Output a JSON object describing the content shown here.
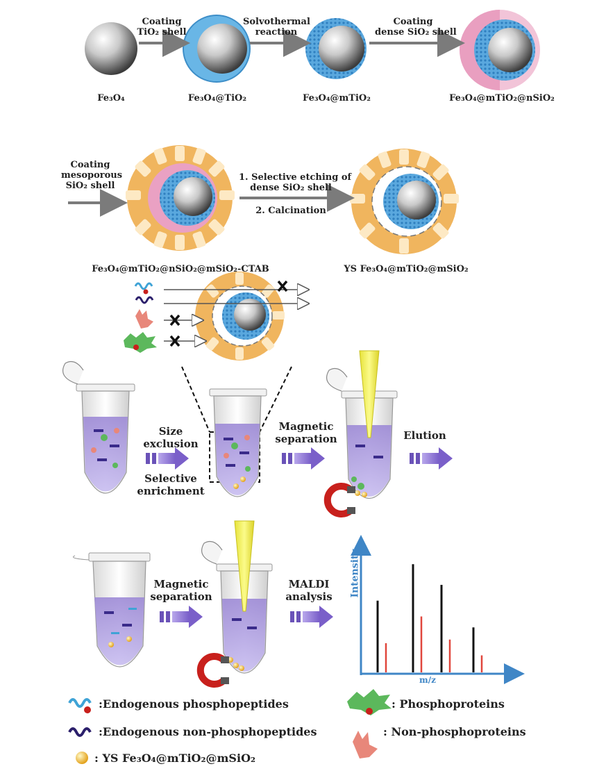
{
  "row1": {
    "arrows": [
      {
        "line1": "Coating",
        "line2": "TiO₂ shell"
      },
      {
        "line1": "Solvothermal",
        "line2": "reaction"
      },
      {
        "line1": "Coating",
        "line2": "dense SiO₂ shell"
      }
    ],
    "particles": [
      "Fe₃O₄",
      "Fe₃O₄@TiO₂",
      "Fe₃O₄@mTiO₂",
      "Fe₃O₄@mTiO₂@nSiO₂"
    ]
  },
  "row2": {
    "left_arrow": {
      "line1": "Coating",
      "line2": "mesoporous",
      "line3": "SiO₂ shell"
    },
    "mid_arrow": {
      "line1": "1. Selective etching of",
      "line2": "dense SiO₂ shell",
      "line3": "2. Calcination"
    },
    "particles": [
      "Fe₃O₄@mTiO₂@nSiO₂@mSiO₂-CTAB",
      "YS Fe₃O₄@mTiO₂@mSiO₂"
    ]
  },
  "row3": {
    "step1": {
      "line1": "Size",
      "line2": "exclusion",
      "line3": "Selective",
      "line4": "enrichment"
    },
    "step2": {
      "line1": "Magnetic",
      "line2": "separation"
    },
    "step3": {
      "line1": "Elution"
    }
  },
  "row4": {
    "step1": {
      "line1": "Magnetic",
      "line2": "separation"
    },
    "step2": {
      "line1": "MALDI",
      "line2": "analysis"
    },
    "chart_ylabel": "Intensity",
    "chart_xlabel": "m/z"
  },
  "chart_data": {
    "type": "bar",
    "xlabel": "m/z",
    "ylabel": "Intensity",
    "series": [
      {
        "values": [
          0.59,
          0.89,
          0.72,
          0.37
        ]
      },
      {
        "values": [
          0.24,
          0.46,
          0.27,
          0.14
        ]
      }
    ],
    "colors": [
      "#111111",
      "#e0463c"
    ]
  },
  "legend": {
    "items": [
      ":Endogenous phosphopeptides",
      ":Endogenous non-phosphopeptides",
      ": YS Fe₃O₄@mTiO₂@mSiO₂",
      ": Phosphoproteins",
      ": Non-phosphoproteins"
    ]
  },
  "colors": {
    "arrow_gray": "#7b7b7b",
    "shell_blue": "#5aa8de",
    "shell_pink": "#e88bb3",
    "shell_orange": "#e8a552",
    "liquid_purple": "#8f78c8",
    "axis_blue": "#3f86c6",
    "tip_yellow": "#f2ee3c"
  }
}
